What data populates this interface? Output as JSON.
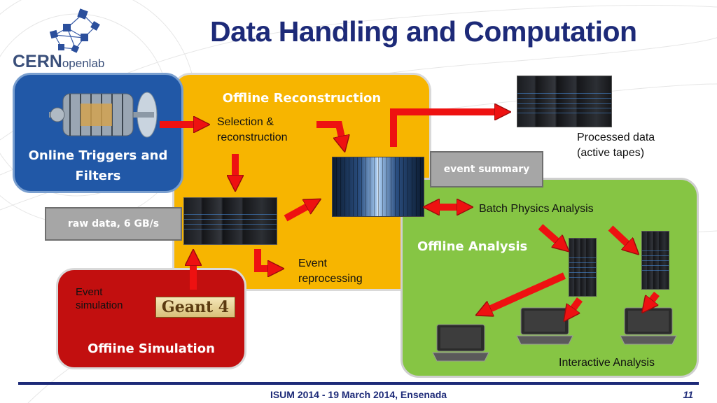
{
  "title": "Data Handling and Computation",
  "logo": {
    "name": "CERN",
    "suffix": "openlab"
  },
  "panels": {
    "online": "Online Triggers and Filters",
    "offline_reconstruction": "Offline Reconstruction",
    "offline_analysis": "Offline Analysis",
    "offline_simulation": "Offiine Simulation"
  },
  "labels": {
    "selection": "Selection & reconstruction",
    "processed": "Processed data (active tapes)",
    "batch": "Batch Physics Analysis",
    "event_reprocessing": "Event reprocessing",
    "event_simulation": "Event simulation",
    "interactive": "Interactive Analysis",
    "geant": "Geant 4"
  },
  "boxes": {
    "event_summary": "event summary",
    "raw_data": "raw data, 6 GB/s"
  },
  "footer": {
    "text": "ISUM 2014 - 19 March 2014, Ensenada",
    "page": "11"
  },
  "colors": {
    "title": "#1d2a78",
    "online": "#2158a7",
    "reconstruction": "#f7b500",
    "analysis": "#86c544",
    "simulation": "#c20f0f",
    "arrow": "#ee1111"
  }
}
